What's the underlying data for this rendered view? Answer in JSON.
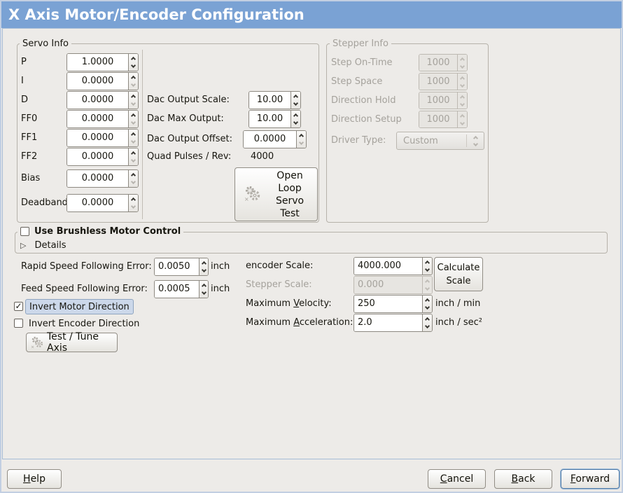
{
  "colors": {
    "titlebar": "#7aa2d4",
    "titlebar_text": "#ffffff",
    "background": "#edebe8",
    "selection_highlight": "#ccd8ea",
    "frame_border": "#b6b2aa",
    "disabled_text": "#a5a29c",
    "window_border": "#c2cfe2"
  },
  "window": {
    "title": "X Axis Motor/Encoder Configuration"
  },
  "servo_info": {
    "title": "Servo Info",
    "pid_rows": [
      {
        "label": "P",
        "value": "1.0000"
      },
      {
        "label": "I",
        "value": "0.0000"
      },
      {
        "label": "D",
        "value": "0.0000"
      },
      {
        "label": "FF0",
        "value": "0.0000"
      },
      {
        "label": "FF1",
        "value": "0.0000"
      },
      {
        "label": "FF2",
        "value": "0.0000"
      },
      {
        "label": "Bias",
        "value": "0.0000"
      },
      {
        "label": "Deadband",
        "value": "0.0000"
      }
    ],
    "dac_rows": [
      {
        "label": "Dac Output Scale:",
        "value": "10.00"
      },
      {
        "label": "Dac Max Output:",
        "value": "10.00"
      },
      {
        "label": "Dac Output Offset:",
        "value": "0.0000"
      }
    ],
    "quad_pulses_label": "Quad Pulses / Rev:",
    "quad_pulses_value": "4000",
    "open_loop_button_lines": [
      "Open",
      "Loop",
      "Servo",
      "Test"
    ]
  },
  "stepper_info": {
    "title": "Stepper Info",
    "rows": [
      {
        "label": "Step On-Time",
        "value": "1000"
      },
      {
        "label": "Step Space",
        "value": "1000"
      },
      {
        "label": "Direction Hold",
        "value": "1000"
      },
      {
        "label": "Direction Setup",
        "value": "1000"
      }
    ],
    "driver_type_label": "Driver Type:",
    "driver_type_value": "Custom"
  },
  "brushless": {
    "checkbox_label": "Use Brushless Motor Control",
    "checked": false,
    "check_glyph": "",
    "details_label": "Details",
    "expander_glyph": "▷"
  },
  "following_error": {
    "rapid_label": "Rapid Speed Following Error:",
    "rapid_value": "0.0050",
    "rapid_unit": "inch",
    "feed_label": "Feed Speed Following Error:",
    "feed_value": "0.0005",
    "feed_unit": "inch"
  },
  "scale_section": {
    "encoder_label": "encoder Scale:",
    "encoder_value": "4000.000",
    "calculate_button_lines": [
      "Calculate",
      "Scale"
    ],
    "stepper_scale_label": "Stepper Scale:",
    "stepper_scale_value": "0.000",
    "max_velocity_label": {
      "pre": "Maximum ",
      "mn": "V",
      "post": "elocity:"
    },
    "max_velocity_value": "250",
    "max_velocity_unit": "inch / min",
    "max_accel_label": {
      "pre": "Maximum ",
      "mn": "A",
      "post": "cceleration:"
    },
    "max_accel_value": "2.0",
    "max_accel_unit": "inch / sec²"
  },
  "direction": {
    "invert_motor": {
      "label": "Invert Motor Direction",
      "checked": true,
      "check_glyph": "✓"
    },
    "invert_encoder": {
      "label": "Invert Encoder Direction",
      "checked": false,
      "check_glyph": ""
    },
    "test_tune_button": "Test / Tune Axis"
  },
  "action_buttons": {
    "help": {
      "pre": "",
      "mn": "H",
      "post": "elp"
    },
    "cancel": {
      "pre": "",
      "mn": "C",
      "post": "ancel"
    },
    "back": {
      "pre": "",
      "mn": "B",
      "post": "ack"
    },
    "forward": {
      "pre": "",
      "mn": "F",
      "post": "orward"
    }
  }
}
